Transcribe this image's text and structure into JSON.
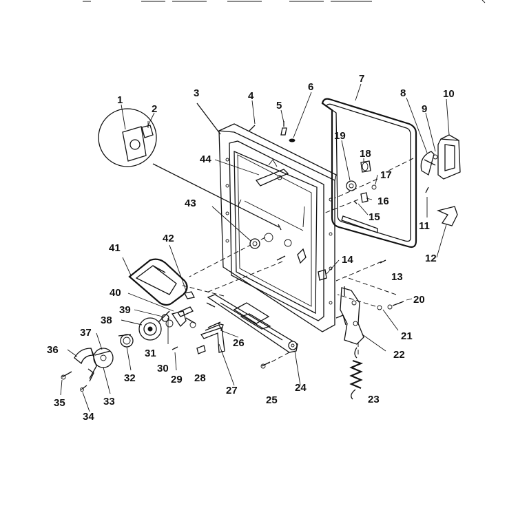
{
  "diagram": {
    "header_text": "",
    "callouts": [
      "1",
      "2",
      "3",
      "4",
      "5",
      "6",
      "7",
      "8",
      "9",
      "10",
      "11",
      "12",
      "13",
      "14",
      "15",
      "16",
      "17",
      "18",
      "19",
      "20",
      "21",
      "22",
      "23",
      "24",
      "25",
      "26",
      "27",
      "28",
      "29",
      "30",
      "31",
      "32",
      "33",
      "34",
      "35",
      "36",
      "37",
      "38",
      "39",
      "40",
      "41",
      "42",
      "43",
      "44"
    ]
  }
}
